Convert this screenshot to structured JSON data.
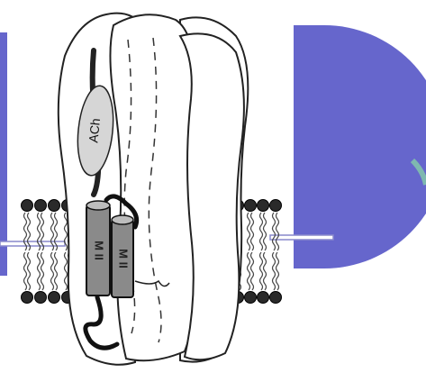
{
  "labels": {
    "ligand": "ACh",
    "helix_front": "M II",
    "helix_back": "M II"
  },
  "colors": {
    "accent": "#6666cc",
    "teal": "#7fb8b0",
    "outline": "#222222",
    "ligand_fill": "#d6d6d6",
    "helix_fill": "#8a8a8a"
  }
}
